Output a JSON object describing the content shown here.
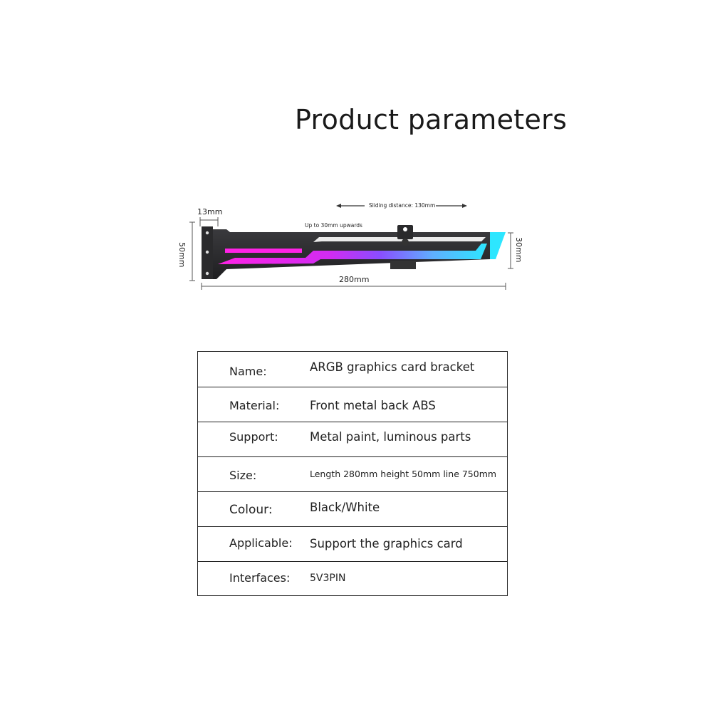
{
  "title": "Product parameters",
  "dimensions": {
    "bracket_width": "13mm",
    "height": "50mm",
    "length": "280mm",
    "arm_height": "30mm",
    "sliding_distance": "Sliding distance: 130mm",
    "upward_adjust": "Up to 30mm upwards"
  },
  "colors": {
    "glow_pink": "#ff22e6",
    "glow_purple": "#8a4dff",
    "glow_cyan": "#2de6ff",
    "metal": "#2e2e30"
  },
  "specs": [
    {
      "label": "Name:",
      "value": "ARGB graphics card bracket"
    },
    {
      "label": "Material:",
      "value": "Front metal back ABS"
    },
    {
      "label": "Support:",
      "value": "Metal paint, luminous parts"
    },
    {
      "label": "Size:",
      "value": "Length 280mm height 50mm line 750mm"
    },
    {
      "label": "Colour:",
      "value": "Black/White"
    },
    {
      "label": "Applicable:",
      "value": "Support the graphics card"
    },
    {
      "label": "Interfaces:",
      "value": "5V3PIN"
    }
  ]
}
